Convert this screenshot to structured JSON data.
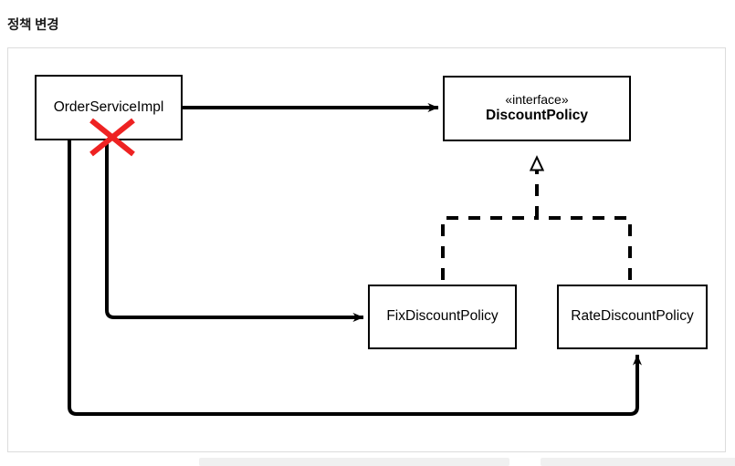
{
  "page": {
    "title": "정책 변경"
  },
  "diagram": {
    "type": "uml-class-diagram",
    "colors": {
      "stroke": "#000000",
      "panel_border": "#dcdcdc",
      "background": "#ffffff",
      "strike_through": "#ee2222"
    },
    "nodes": [
      {
        "id": "order-service-impl",
        "label": "OrderServiceImpl",
        "stereotype": "",
        "bold": false,
        "struck_out": true
      },
      {
        "id": "discount-policy",
        "label": "DiscountPolicy",
        "stereotype": "«interface»",
        "bold": true,
        "struck_out": false
      },
      {
        "id": "fix-discount-policy",
        "label": "FixDiscountPolicy",
        "stereotype": "",
        "bold": false,
        "struck_out": false
      },
      {
        "id": "rate-discount-policy",
        "label": "RateDiscountPolicy",
        "stereotype": "",
        "bold": false,
        "struck_out": false
      }
    ],
    "edges": [
      {
        "id": "edge-osi-to-discountpolicy",
        "from": "order-service-impl",
        "to": "discount-policy",
        "style": "solid",
        "arrow": "filled-open",
        "kind": "dependency"
      },
      {
        "id": "edge-osi-to-fixdiscountpolicy",
        "from": "order-service-impl",
        "to": "fix-discount-policy",
        "style": "solid",
        "arrow": "filled-open",
        "kind": "dependency"
      },
      {
        "id": "edge-osi-to-ratediscountpolicy",
        "from": "order-service-impl",
        "to": "rate-discount-policy",
        "style": "solid",
        "arrow": "filled-open",
        "kind": "dependency"
      },
      {
        "id": "edge-fix-realizes-discountpolicy",
        "from": "fix-discount-policy",
        "to": "discount-policy",
        "style": "dashed",
        "arrow": "hollow-triangle",
        "kind": "realization"
      },
      {
        "id": "edge-rate-realizes-discountpolicy",
        "from": "rate-discount-policy",
        "to": "discount-policy",
        "style": "dashed",
        "arrow": "hollow-triangle",
        "kind": "realization"
      }
    ]
  }
}
